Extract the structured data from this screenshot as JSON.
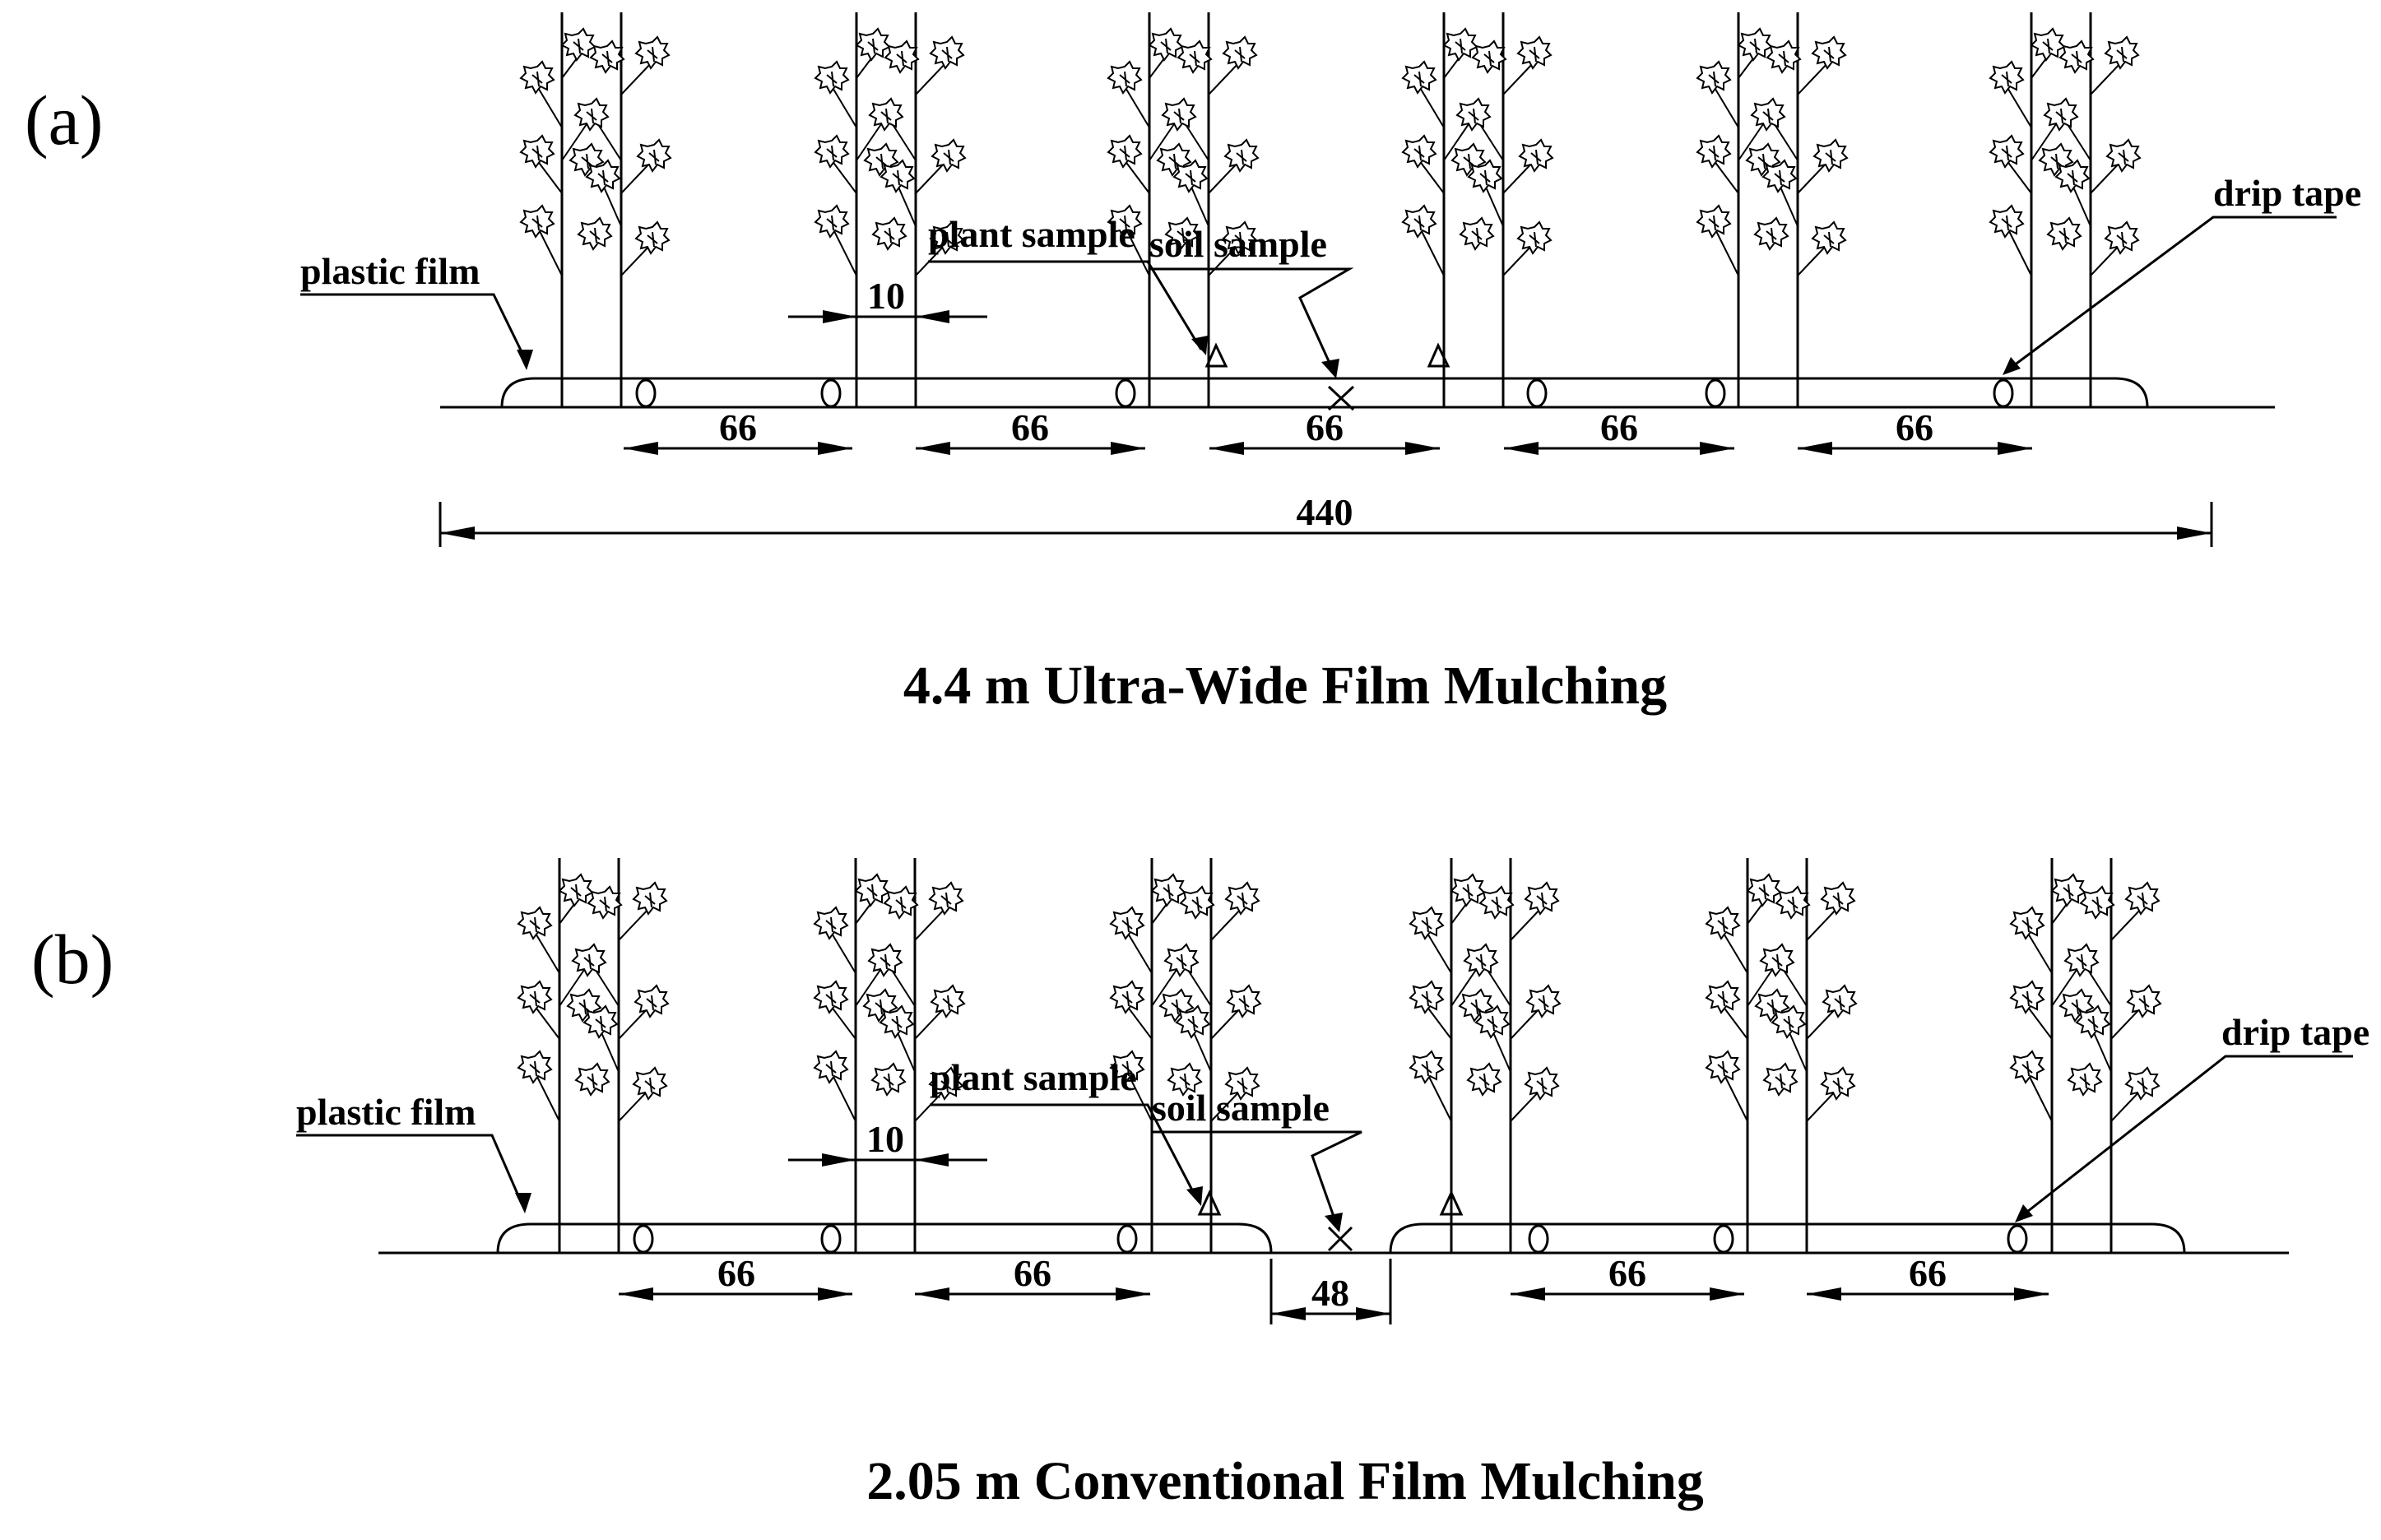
{
  "panels": [
    {
      "id": "a",
      "panel_label": "(a)",
      "title": "4.4 m Ultra-Wide Film Mulching",
      "labels": {
        "plastic_film": "plastic film",
        "plant_sample": "plant sample",
        "soil_sample": "soil sample",
        "drip_tape": "drip tape"
      },
      "dimensions": {
        "row_spacing": "10",
        "row_gaps": [
          "66",
          "66",
          "66",
          "66",
          "66"
        ],
        "total_width": "440"
      }
    },
    {
      "id": "b",
      "panel_label": "(b)",
      "title": "2.05 m Conventional Film Mulching",
      "labels": {
        "plastic_film": "plastic film",
        "plant_sample": "plant sample",
        "soil_sample": "soil sample",
        "drip_tape": "drip tape"
      },
      "dimensions": {
        "row_spacing": "10",
        "row_gaps": [
          "66",
          "66",
          "66",
          "66"
        ],
        "film_gap": "48"
      }
    }
  ],
  "icons": [
    "cotton-plant-icon",
    "drip-emitter-icon",
    "plant-sample-triangle-icon",
    "soil-sample-cross-icon"
  ]
}
